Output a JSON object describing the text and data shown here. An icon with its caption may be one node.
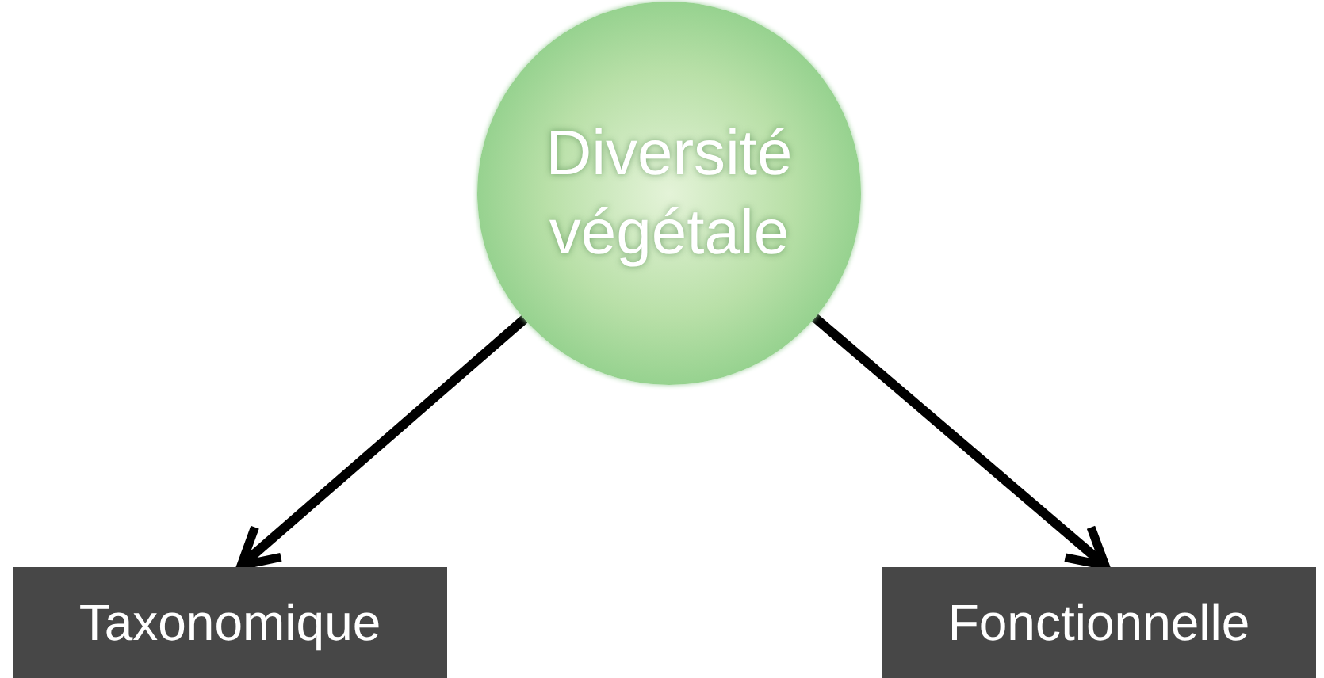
{
  "diagram": {
    "nodes": [
      {
        "text": [
          "Diversité végétale"
        ]
      },
      {
        "text": [
          "Taxonomique"
        ]
      },
      {
        "text": [
          "Fonctionnelle"
        ]
      }
    ],
    "edges": [
      {
        "from": 0,
        "to": 1,
        "arrow": "to"
      },
      {
        "from": 0,
        "to": 2,
        "arrow": "to"
      }
    ]
  }
}
